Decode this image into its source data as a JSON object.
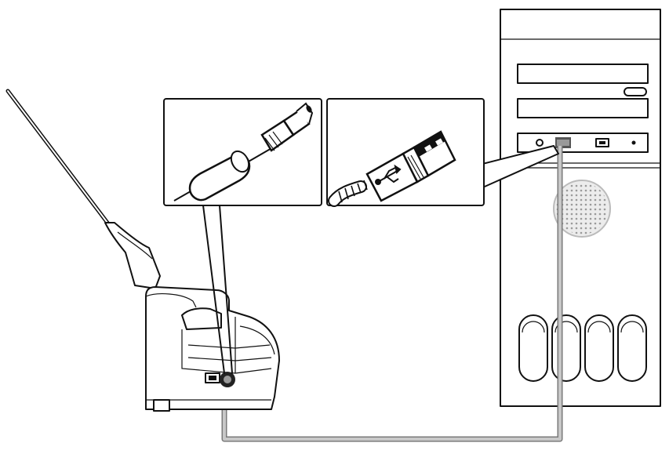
{
  "diagram": {
    "colors": {
      "outline": "#111111",
      "background": "#ffffff",
      "cable": "#b8b8b8",
      "cable_edge": "#7a7a7a",
      "shade": "#d9d9d9"
    },
    "icons": [
      "scanner-device",
      "computer-tower",
      "usb-connector",
      "power-plug-connector",
      "usb-trident-symbol",
      "speaker-grille"
    ],
    "callouts": [
      {
        "id": "power-callout",
        "depicts": "power-plug-connector"
      },
      {
        "id": "usb-callout",
        "depicts": "usb-connector"
      }
    ]
  }
}
